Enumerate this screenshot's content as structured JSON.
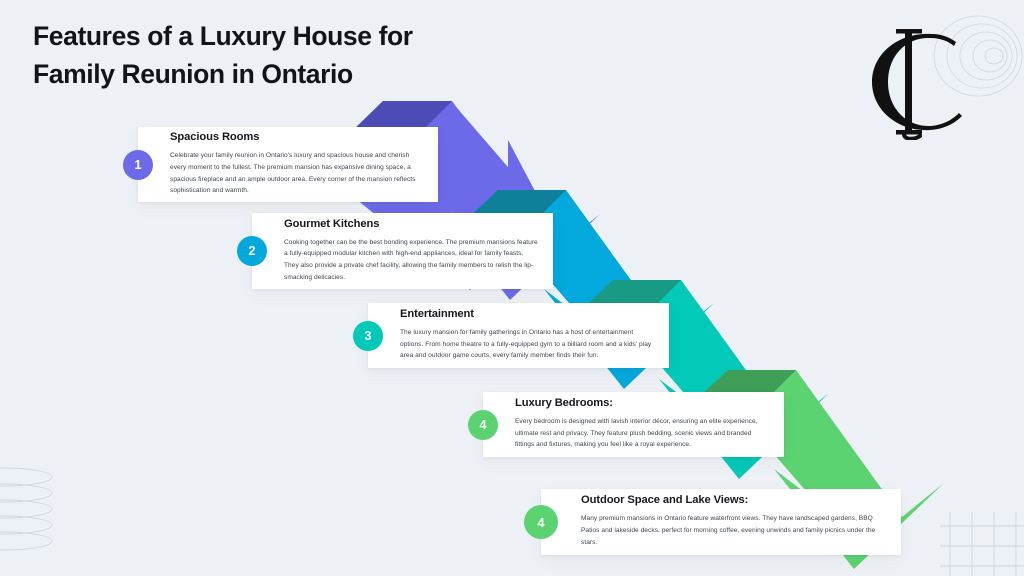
{
  "page": {
    "background_color": "#edf1f5",
    "title_line_1": "Features of a Luxury House for",
    "title_line_2": "Family Reunion in Ontario",
    "title_full": "Features of a Luxury House for Family Reunion in Ontario"
  },
  "logo": {
    "glyph": "C",
    "name": "ci-monogram-logo"
  },
  "palette": {
    "step_1": "#6c6ae8",
    "step_1_fold": "#4d4bb5",
    "step_2": "#03a9dc",
    "step_2_fold": "#0e8099",
    "step_3": "#03c9b8",
    "step_3_fold": "#189a84",
    "step_4": "#5bd371",
    "step_4_fold": "#3f9e58",
    "step_5": "#5bd371",
    "step_5_fold": "#3f9e58",
    "card_background": "#ffffff",
    "title_color": "#111418",
    "body_color": "#3f464f"
  },
  "steps": [
    {
      "number": "1",
      "title": "Spacious Rooms",
      "text": "Celebrate your family reunion in Ontario's luxury and spacious house and cherish every moment to the fullest. The premium mansion has expansive dining space, a spacious fireplace and an ample outdoor area. Every corner of the mansion reflects sophistication and warmth.",
      "color": "#6c6ae8"
    },
    {
      "number": "2",
      "title": "Gourmet Kitchens",
      "text": "Cooking together can be the best bonding experience. The premium mansions feature a fully-equipped modular kitchen with high-end appliances, ideal for family feasts. They also provide a private chef facility, allowing the family members to relish the lip-smacking delicacies.",
      "color": "#03a9dc"
    },
    {
      "number": "3",
      "title": "Entertainment",
      "text": "The luxury mansion for family gatherings in Ontario has a host of entertainment options. From home theatre to a fully-equipped gym to a billiard room and a kids' play area and outdoor game courts, every family member finds their fun.",
      "color": "#03c9b8"
    },
    {
      "number": "4",
      "title": "Luxury Bedrooms:",
      "text": "Every bedroom is designed with lavish interior décor, ensuring an elite experience, ultimate rest and privacy. They feature plush bedding, scenic views and branded fittings and fixtures, making you feel like a royal experience.",
      "color": "#5bd371"
    },
    {
      "number": "4",
      "title": "Outdoor Space and Lake Views:",
      "text": "Many premium mansions in Ontario feature waterfront views. They have landscaped gardens, BBQ Patios and lakeside decks, perfect for morning coffee, evening unwinds and family picnics under the stars.",
      "color": "#5bd371"
    }
  ],
  "decorations": {
    "circles": "concentric-circles-top-right",
    "coil": "coil-spiral-bottom-left",
    "grid": "line-grid-bottom-right"
  }
}
